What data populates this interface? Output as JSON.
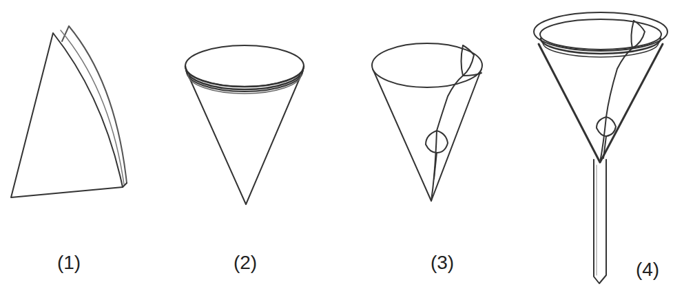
{
  "diagram": {
    "labels": [
      "(1)",
      "(2)",
      "(3)",
      "(4)"
    ]
  }
}
